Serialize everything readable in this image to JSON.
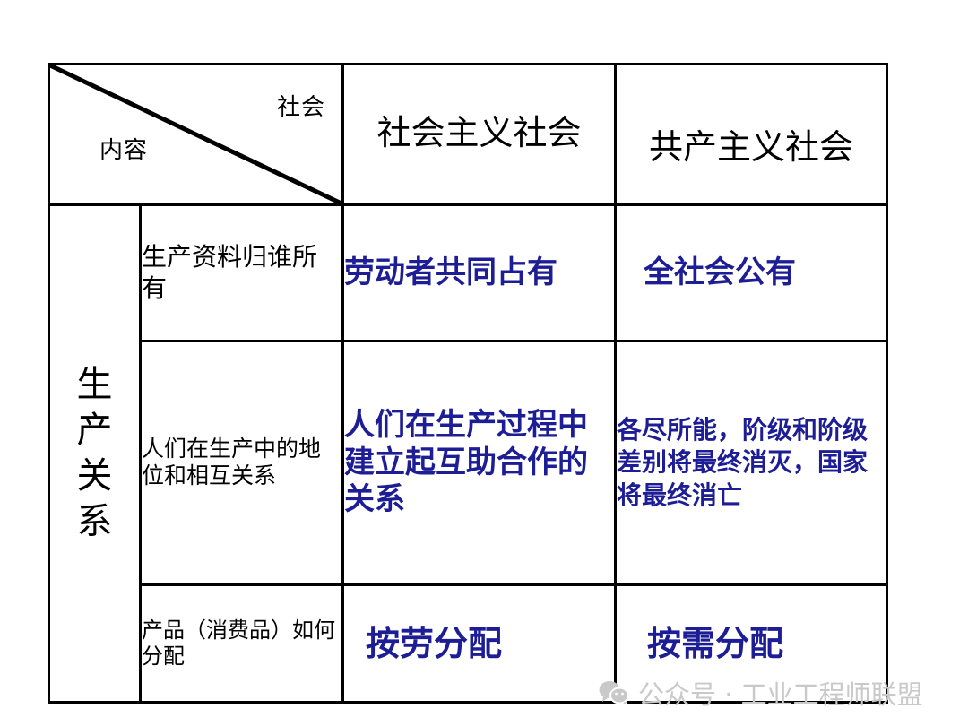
{
  "table": {
    "corner": {
      "top_label": "社会",
      "bottom_label": "内容"
    },
    "column_headers": [
      "社会主义社会",
      "共产主义社会"
    ],
    "axis_label": "生产关系",
    "rows": [
      {
        "aspect": "生产资料归谁所有",
        "socialism": "劳动者共同占有",
        "communism": "全社会公有"
      },
      {
        "aspect": "人们在生产中的地位和相互关系",
        "socialism": "人们在生产过程中建立起互助合作的关系",
        "communism": "各尽所能，阶级和阶级差别将最终消灭，国家将最终消亡"
      },
      {
        "aspect": "产品（消费品）如何分配",
        "socialism": "按劳分配",
        "communism": "按需分配"
      }
    ]
  },
  "watermark": {
    "icon": "wechat-icon",
    "text": "公众号 · 工业工程师联盟"
  },
  "colors": {
    "text": "#000000",
    "value_blue": "#1d1d96",
    "border": "#000000",
    "background": "#ffffff",
    "watermark": "#c9c9c9"
  }
}
